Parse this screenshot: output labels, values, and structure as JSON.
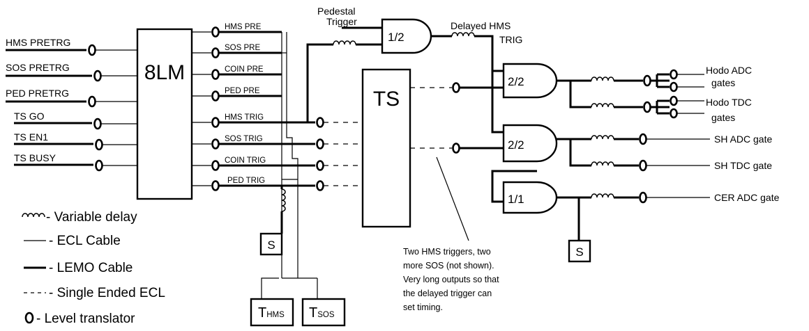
{
  "inputs": [
    "HMS PRETRG",
    "SOS PRETRG",
    "PED PRETRG",
    "TS GO",
    "TS EN1",
    "TS BUSY"
  ],
  "lm_label": "8LM",
  "lm_outputs": [
    "HMS PRE",
    "SOS PRE",
    "COIN PRE",
    "PED PRE",
    "HMS TRIG",
    "SOS TRIG",
    "COIN TRIG",
    "PED TRIG"
  ],
  "ts_label": "TS",
  "pedestal_trigger": [
    "Pedestal",
    "Trigger"
  ],
  "delayed_hms_trig": [
    "Delayed HMS",
    "TRIG"
  ],
  "gates": {
    "and_1_2": "1/2",
    "and_2_2_top": "2/2",
    "and_2_2_bottom": "2/2",
    "and_1_1": "1/1"
  },
  "outputs": {
    "hodo_adc": [
      "Hodo ADC",
      "gates"
    ],
    "hodo_tdc": [
      "Hodo TDC",
      "gates"
    ],
    "sh_adc": "SH ADC gate",
    "sh_tdc": "SH TDC gate",
    "cer_adc": "CER ADC gate"
  },
  "scaler_label": "S",
  "t_boxes": [
    {
      "main": "T",
      "sub": "HMS"
    },
    {
      "main": "T",
      "sub": "SOS"
    }
  ],
  "legend": [
    {
      "symbol": "coil-icon",
      "text": "- Variable delay"
    },
    {
      "symbol": "thin-line",
      "text": "- ECL Cable"
    },
    {
      "symbol": "thick-line",
      "text": "- LEMO Cable"
    },
    {
      "symbol": "dashed-line",
      "text": "- Single Ended ECL"
    },
    {
      "symbol": "level-translator-icon",
      "text": "- Level translator"
    }
  ],
  "note": [
    "Two HMS triggers, two",
    "more SOS (not shown).",
    "Very long outputs so that",
    "the delayed trigger can",
    "set timing."
  ]
}
